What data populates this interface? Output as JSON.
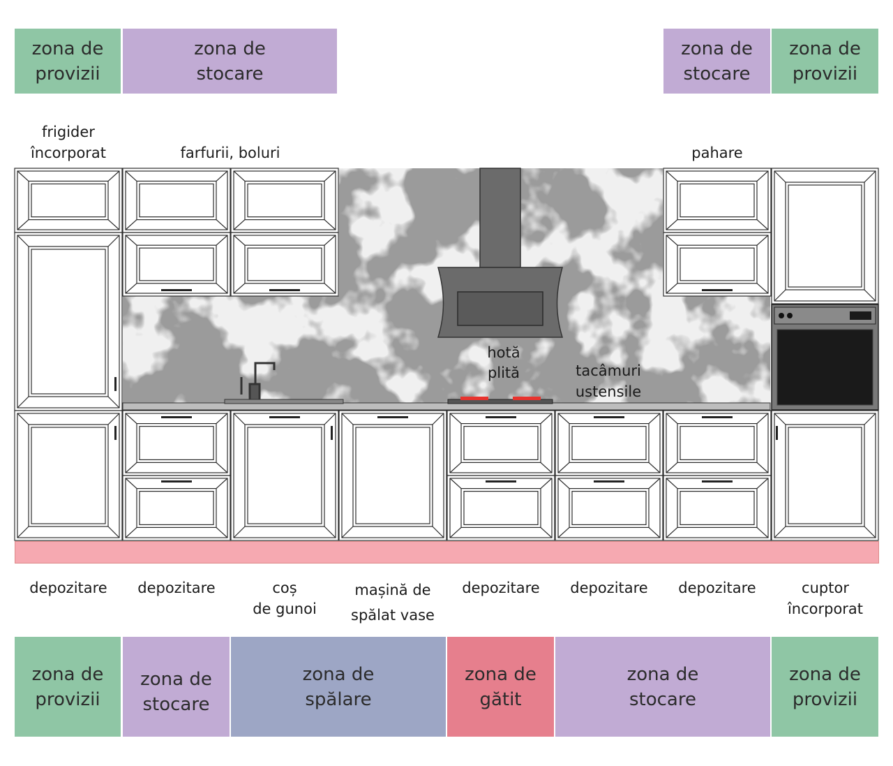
{
  "colors": {
    "provizii": "#8fc6a5",
    "stocare": "#c1abd4",
    "spalare": "#9da6c5",
    "gatit": "#e67f8d",
    "plinth": "#f6a9b1",
    "backsplash": "#9b9b9b",
    "hood": "#6b6b6b",
    "oven": "#1a1a1a",
    "burner": "#e8332e"
  },
  "top_zones": [
    {
      "text": "zona de\nprovizii",
      "color": "provizii"
    },
    {
      "text": "zona de\nstocare",
      "color": "stocare"
    },
    {
      "text": "zona de\nstocare",
      "color": "stocare"
    },
    {
      "text": "zona de\nprovizii",
      "color": "provizii"
    }
  ],
  "bottom_zones": [
    {
      "text": "zona de\nprovizii",
      "color": "provizii"
    },
    {
      "text": "zona de\nstocare",
      "color": "stocare"
    },
    {
      "text": "zona de\nspălare",
      "color": "spalare"
    },
    {
      "text": "zona de\ngătit",
      "color": "gatit"
    },
    {
      "text": "zona de\nstocare",
      "color": "stocare"
    },
    {
      "text": "zona de\nprovizii",
      "color": "provizii"
    }
  ],
  "upper_labels": {
    "fridge": "frigider\nîncorporat",
    "plates": "farfurii, boluri",
    "glasses": "pahare",
    "hood": "hotă",
    "hob": "plită",
    "cutlery": "tacâmuri\nustensile"
  },
  "base_labels": [
    "depozitare",
    "depozitare",
    "coș\nde gunoi",
    "mașină de\nspălat vase",
    "depozitare",
    "depozitare",
    "depozitare",
    "cuptor\nîncorporat"
  ]
}
